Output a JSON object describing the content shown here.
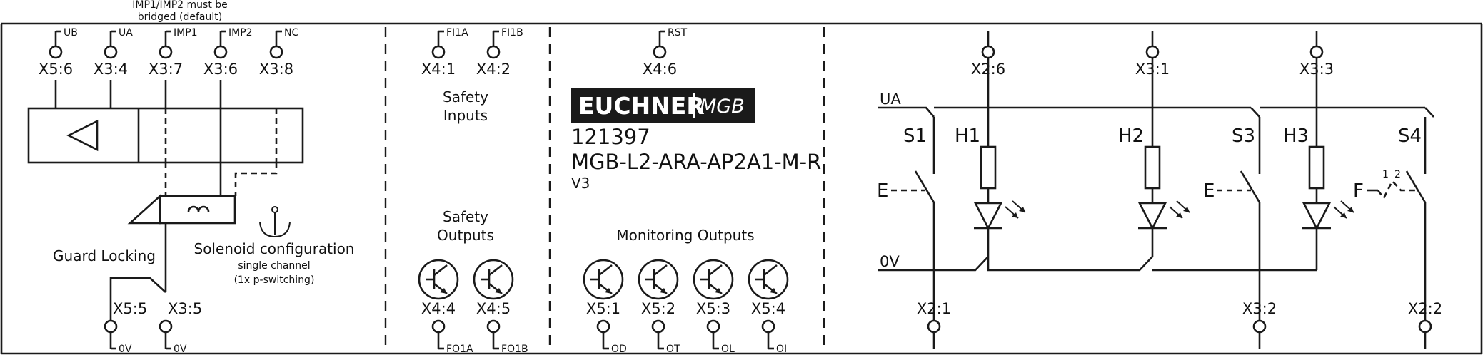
{
  "note": [
    "IMP1/IMP2 must be",
    "bridged (default)"
  ],
  "top_pins": {
    "ub": "UB",
    "ua": "UA",
    "imp1": "IMP1",
    "imp2": "IMP2",
    "nc": "NC",
    "fi1a": "FI1A",
    "fi1b": "FI1B",
    "rst": "RST"
  },
  "terminals": {
    "x5_6": "X5:6",
    "x3_4": "X3:4",
    "x3_7": "X3:7",
    "x3_6": "X3:6",
    "x3_8": "X3:8",
    "x4_1": "X4:1",
    "x4_2": "X4:2",
    "x4_6": "X4:6",
    "x2_6": "X2:6",
    "x3_1": "X3:1",
    "x3_3": "X3:3",
    "x5_5": "X5:5",
    "x3_5": "X3:5",
    "x4_4": "X4:4",
    "x4_5": "X4:5",
    "x5_1": "X5:1",
    "x5_2": "X5:2",
    "x5_3": "X5:3",
    "x5_4": "X5:4",
    "x2_1": "X2:1",
    "x3_2": "X3:2",
    "x2_2": "X2:2"
  },
  "bottom_pins": {
    "zero_v_1": "0V",
    "zero_v_2": "0V",
    "fo1a": "FO1A",
    "fo1b": "FO1B",
    "od": "OD",
    "ot": "OT",
    "ol": "OL",
    "oi": "OI"
  },
  "labels": {
    "guard_locking": "Guard Locking",
    "solenoid_title": "Solenoid configuration",
    "solenoid_sub1": "single channel",
    "solenoid_sub2": "(1x p-switching)",
    "safety_inputs": [
      "Safety",
      "Inputs"
    ],
    "safety_outputs": [
      "Safety",
      "Outputs"
    ],
    "monitoring_outputs": "Monitoring Outputs"
  },
  "logo": {
    "brand": "EUCHNER",
    "product": "MGB"
  },
  "device": {
    "order_no": "121397",
    "type": "MGB-L2-ARA-AP2A1-M-R",
    "version": "V3"
  },
  "circuit": {
    "rail_top": "UA",
    "rail_bottom": "0V",
    "switches": [
      "S1",
      "S3",
      "S4"
    ],
    "indicators": [
      "H1",
      "H2",
      "H3"
    ],
    "actuator_e1": "E",
    "actuator_e2": "E",
    "actuator_f": "F",
    "f_pos_1": "1",
    "f_pos_2": "2"
  }
}
